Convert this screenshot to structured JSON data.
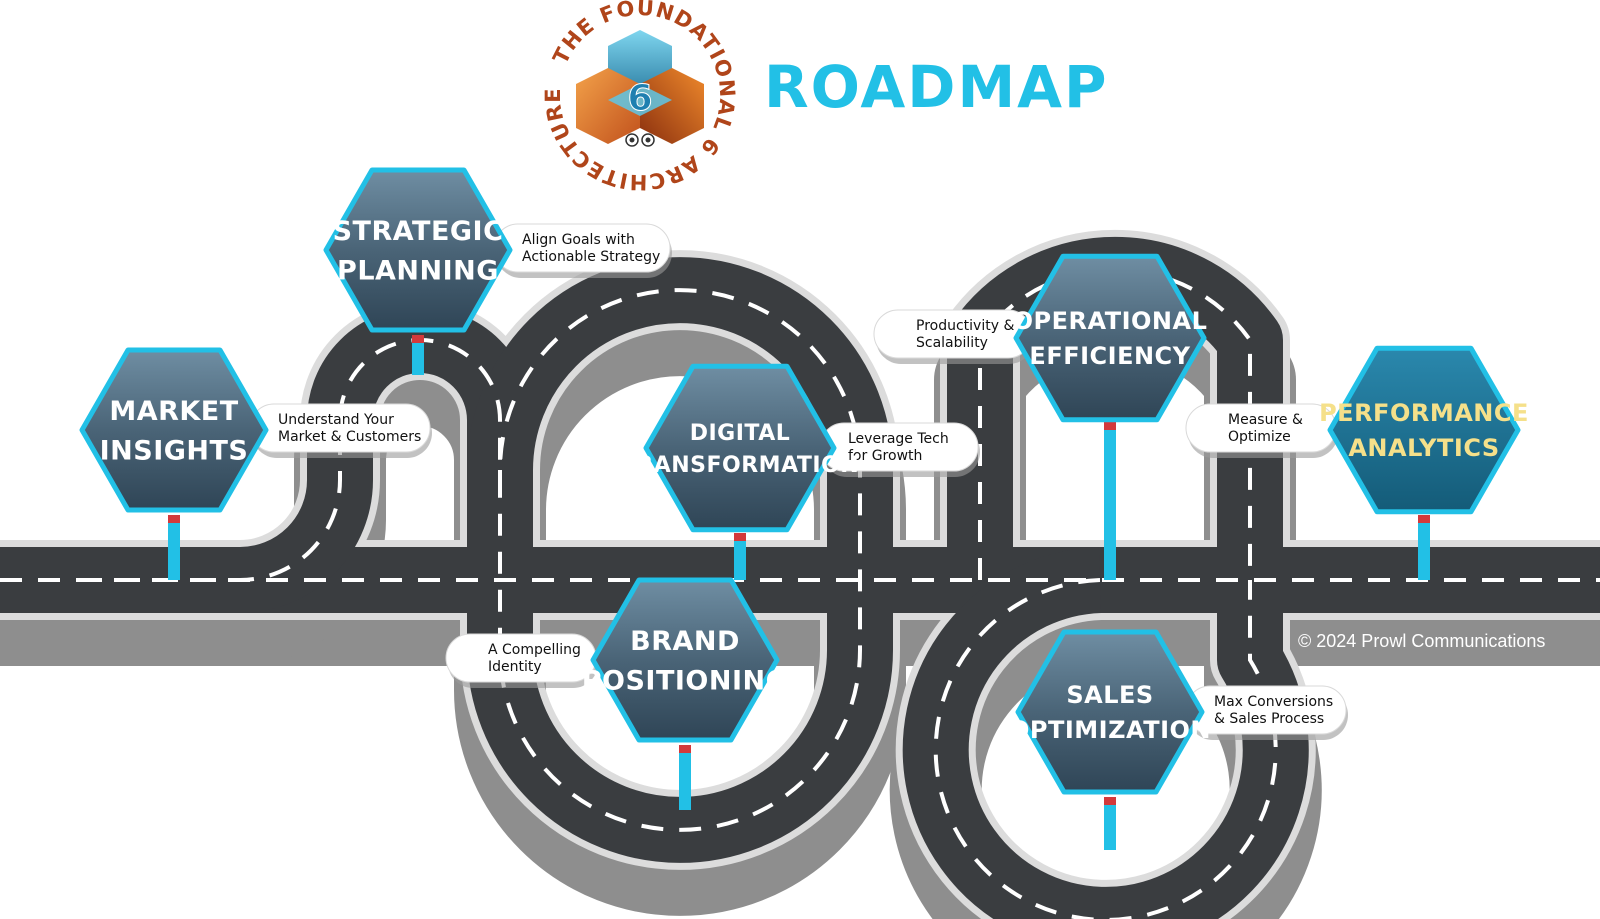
{
  "header": {
    "title": "ROADMAP",
    "logo_ring_text": "THE FOUNDATIONAL 6 ARCHITECTURE",
    "logo_number": "6"
  },
  "milestones": [
    {
      "id": "market-insights",
      "title_lines": [
        "MARKET",
        "INSIGHTS"
      ],
      "caption_lines": [
        "Understand Your",
        "Market & Customers"
      ],
      "highlight": false
    },
    {
      "id": "strategic-planning",
      "title_lines": [
        "STRATEGIC",
        "PLANNING"
      ],
      "caption_lines": [
        "Align Goals with",
        "Actionable Strategy"
      ],
      "highlight": false
    },
    {
      "id": "brand-positioning",
      "title_lines": [
        "BRAND",
        "POSITIONING"
      ],
      "caption_lines": [
        "A Compelling",
        "Identity"
      ],
      "highlight": false
    },
    {
      "id": "digital-transformation",
      "title_lines": [
        "DIGITAL",
        "TRANSFORMATION"
      ],
      "caption_lines": [
        "Leverage Tech",
        "for Growth"
      ],
      "highlight": false
    },
    {
      "id": "operational-efficiency",
      "title_lines": [
        "OPERATIONAL",
        "EFFICIENCY"
      ],
      "caption_lines": [
        "Productivity &",
        "Scalability"
      ],
      "highlight": false
    },
    {
      "id": "sales-optimization",
      "title_lines": [
        "SALES",
        "OPTIMIZATION"
      ],
      "caption_lines": [
        "Max Conversions",
        "& Sales Process"
      ],
      "highlight": false
    },
    {
      "id": "performance-analytics",
      "title_lines": [
        "PERFORMANCE",
        "ANALYTICS"
      ],
      "caption_lines": [
        "Measure &",
        "Optimize"
      ],
      "highlight": true
    }
  ],
  "footer": {
    "copyright": "© 2024 Prowl Communications"
  },
  "colors": {
    "accent": "#22c0e6",
    "hex_fill": "#4e6b80",
    "hex_fill_highlight": "#1b7295",
    "road": "#3a3d40",
    "highlight_text": "#f5e08a",
    "logo_ring": "#b0451a"
  }
}
